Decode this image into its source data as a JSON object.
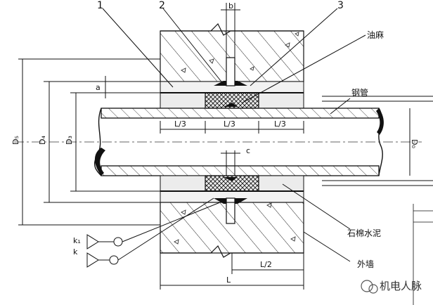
{
  "callouts": {
    "c1": "1",
    "c2": "2",
    "c3": "3"
  },
  "labels": {
    "oakum": "油麻",
    "steel_pipe": "钢管",
    "asbestos_cement": "石棉水泥",
    "outer_wall": "外墙"
  },
  "dims": {
    "b": "b",
    "c": "c",
    "a": "a",
    "D5": "D₅",
    "D4": "D₄",
    "D3": "D₃",
    "D0": "D₀",
    "L3_1": "L/3",
    "L3_2": "L/3",
    "L3_3": "L/3",
    "L2": "L/2",
    "L": "L"
  },
  "weld_symbols": {
    "k1": "k₁",
    "k": "k"
  },
  "watermark": {
    "text": "机电人脉"
  }
}
